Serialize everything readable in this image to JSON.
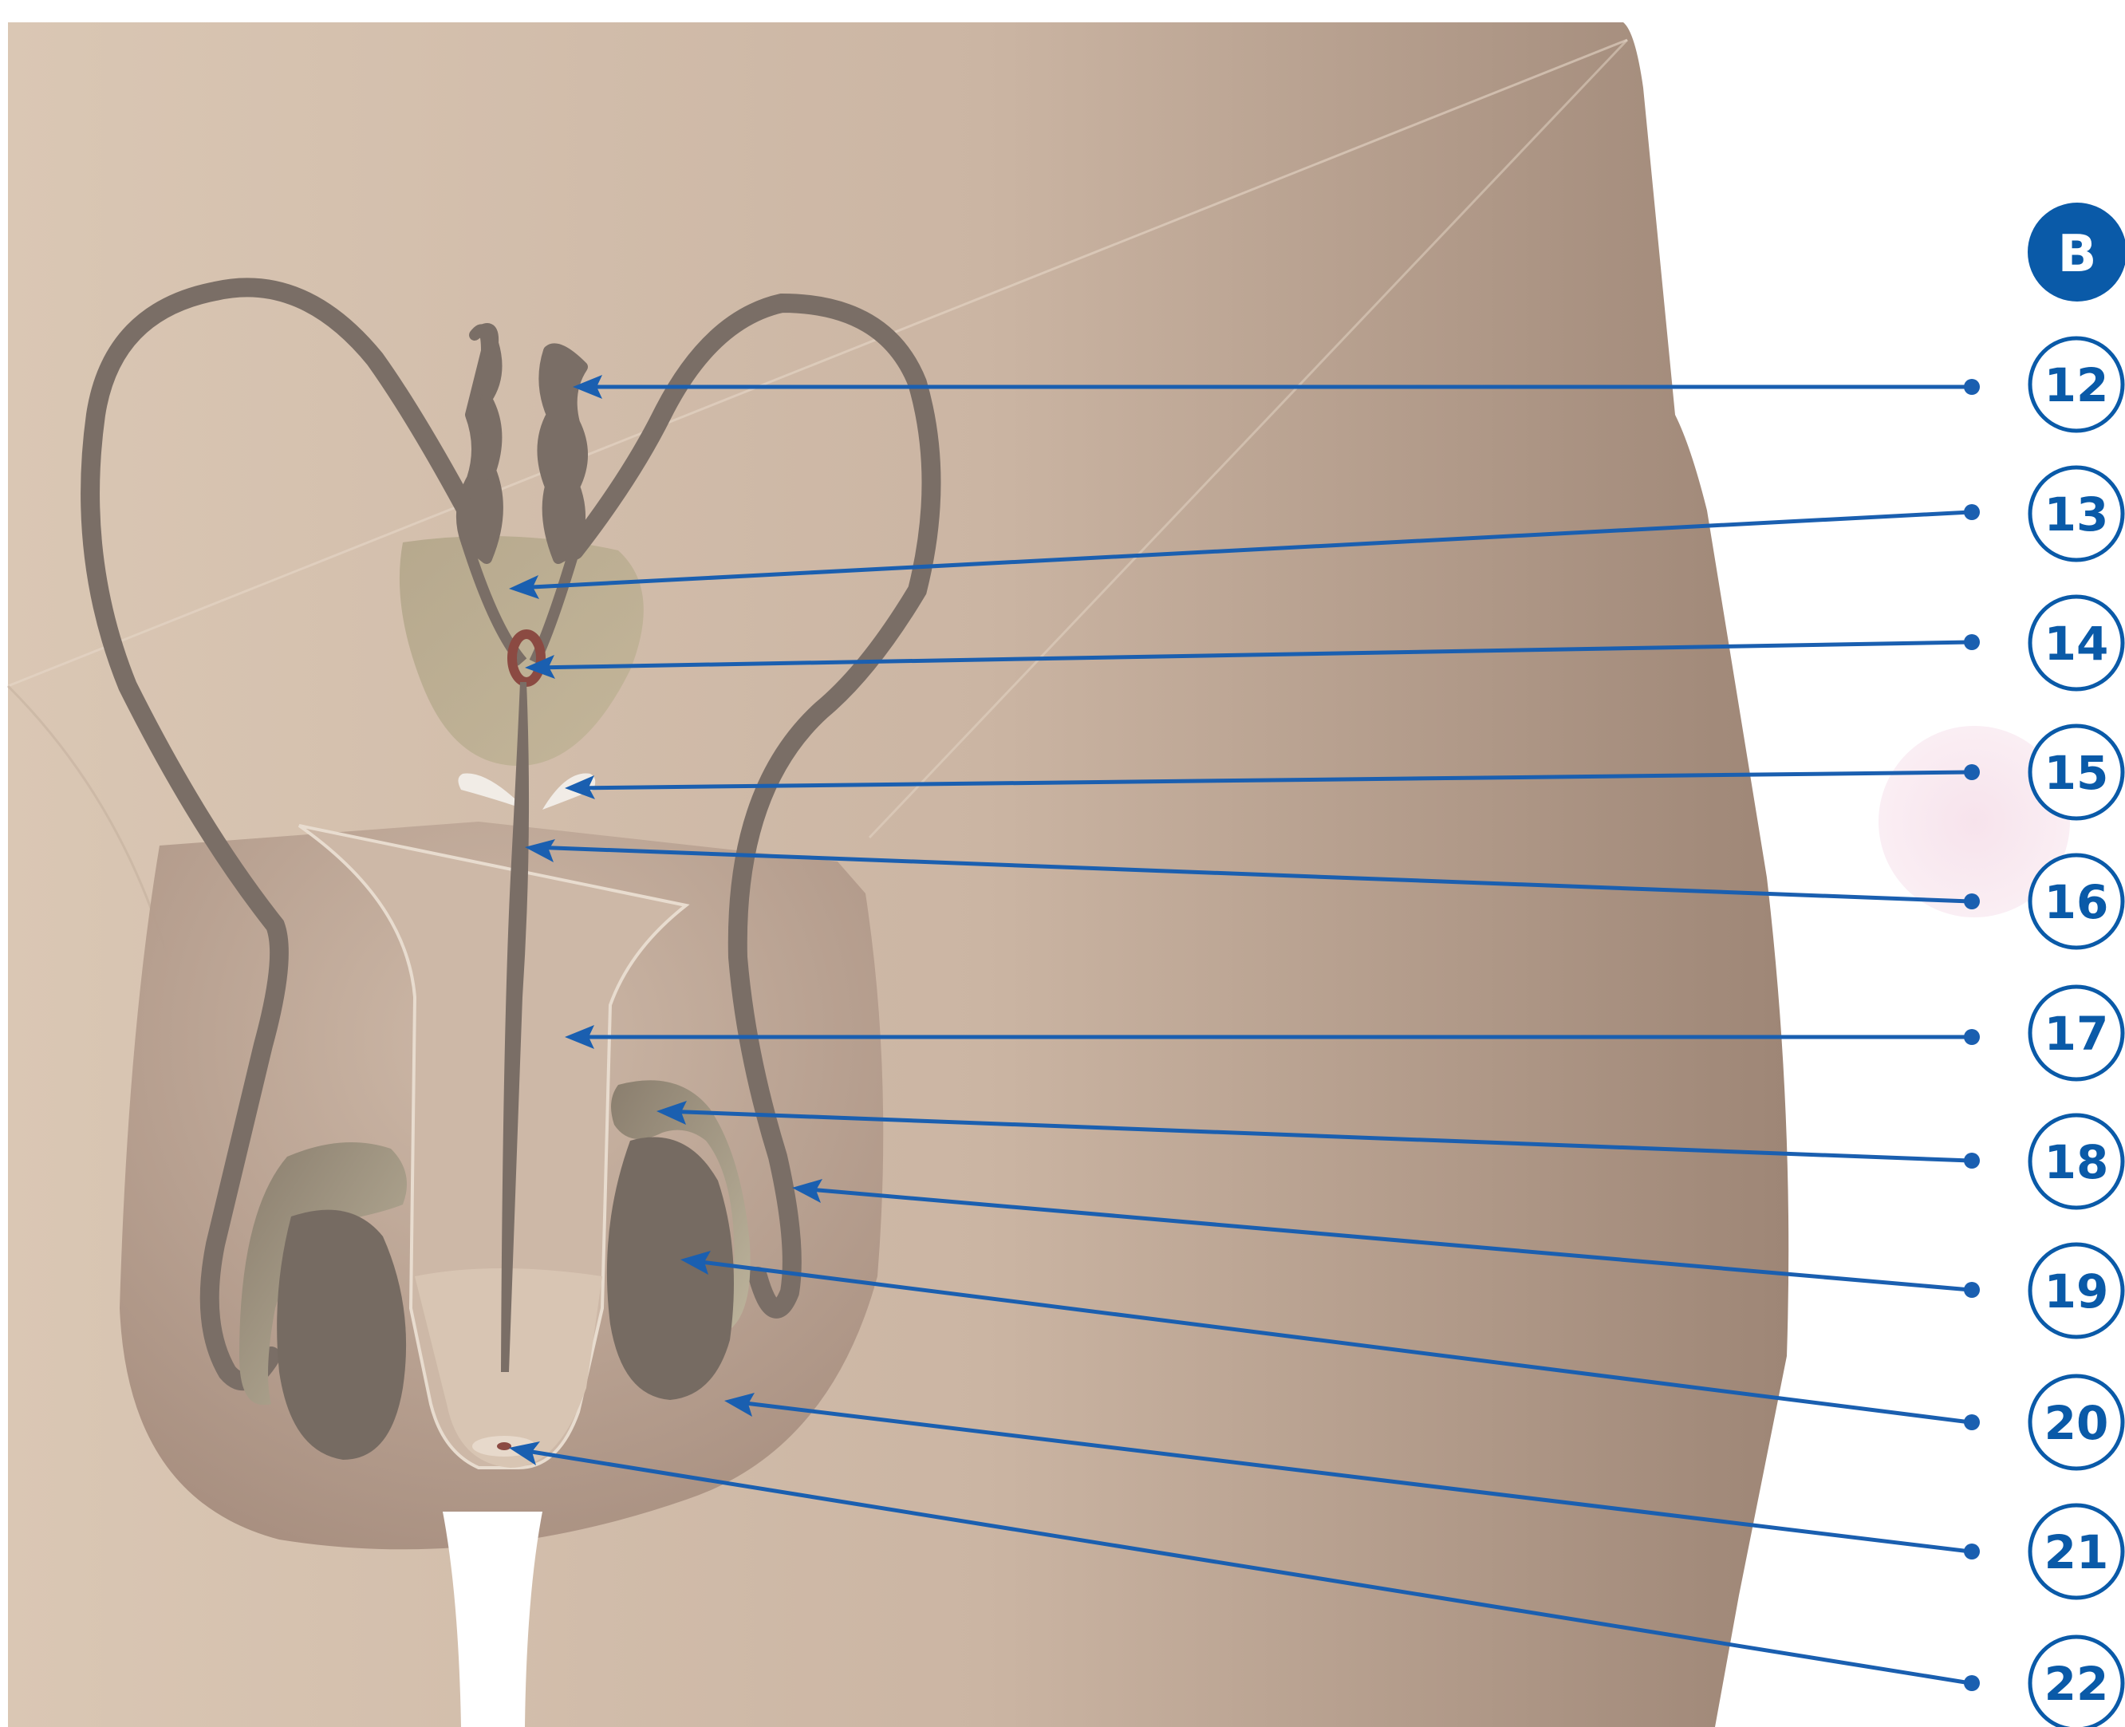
{
  "section_badge": {
    "label": "B",
    "color": "#0a5aa8"
  },
  "callouts": [
    {
      "number": "12"
    },
    {
      "number": "13"
    },
    {
      "number": "14"
    },
    {
      "number": "15"
    },
    {
      "number": "16"
    },
    {
      "number": "17"
    },
    {
      "number": "18"
    },
    {
      "number": "19"
    },
    {
      "number": "20"
    },
    {
      "number": "21"
    },
    {
      "number": "22"
    }
  ],
  "colors": {
    "skin_light": "#d8c4b0",
    "skin_dark": "#a08878",
    "duct": "#7a6e66",
    "gland": "#b8ab90",
    "leader_line": "#1a5fb0",
    "accent_pink": "#f7e4ec"
  }
}
